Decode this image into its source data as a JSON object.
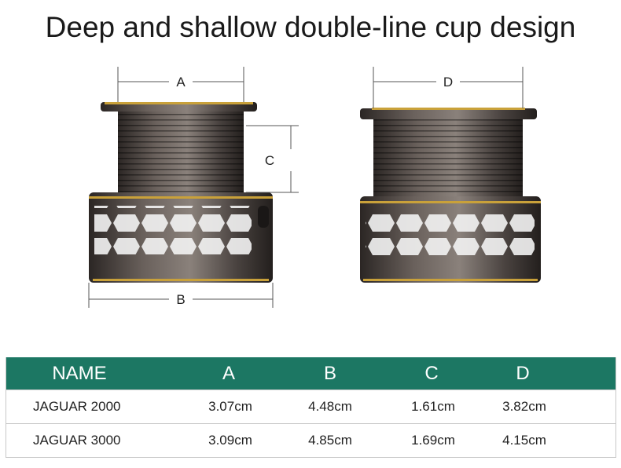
{
  "title": "Deep and shallow double-line cup design",
  "dimensions": {
    "a": "A",
    "b": "B",
    "c": "C",
    "d": "D"
  },
  "table": {
    "headers": [
      "NAME",
      "A",
      "B",
      "C",
      "D"
    ],
    "rows": [
      [
        "JAGUAR 2000",
        "3.07cm",
        "4.48cm",
        "1.61cm",
        "3.82cm"
      ],
      [
        "JAGUAR 3000",
        "3.09cm",
        "4.85cm",
        "1.69cm",
        "4.15cm"
      ]
    ]
  },
  "colors": {
    "header_bg": "#1c7763",
    "gold": "#c9a13a",
    "metal": "#3e3835"
  }
}
